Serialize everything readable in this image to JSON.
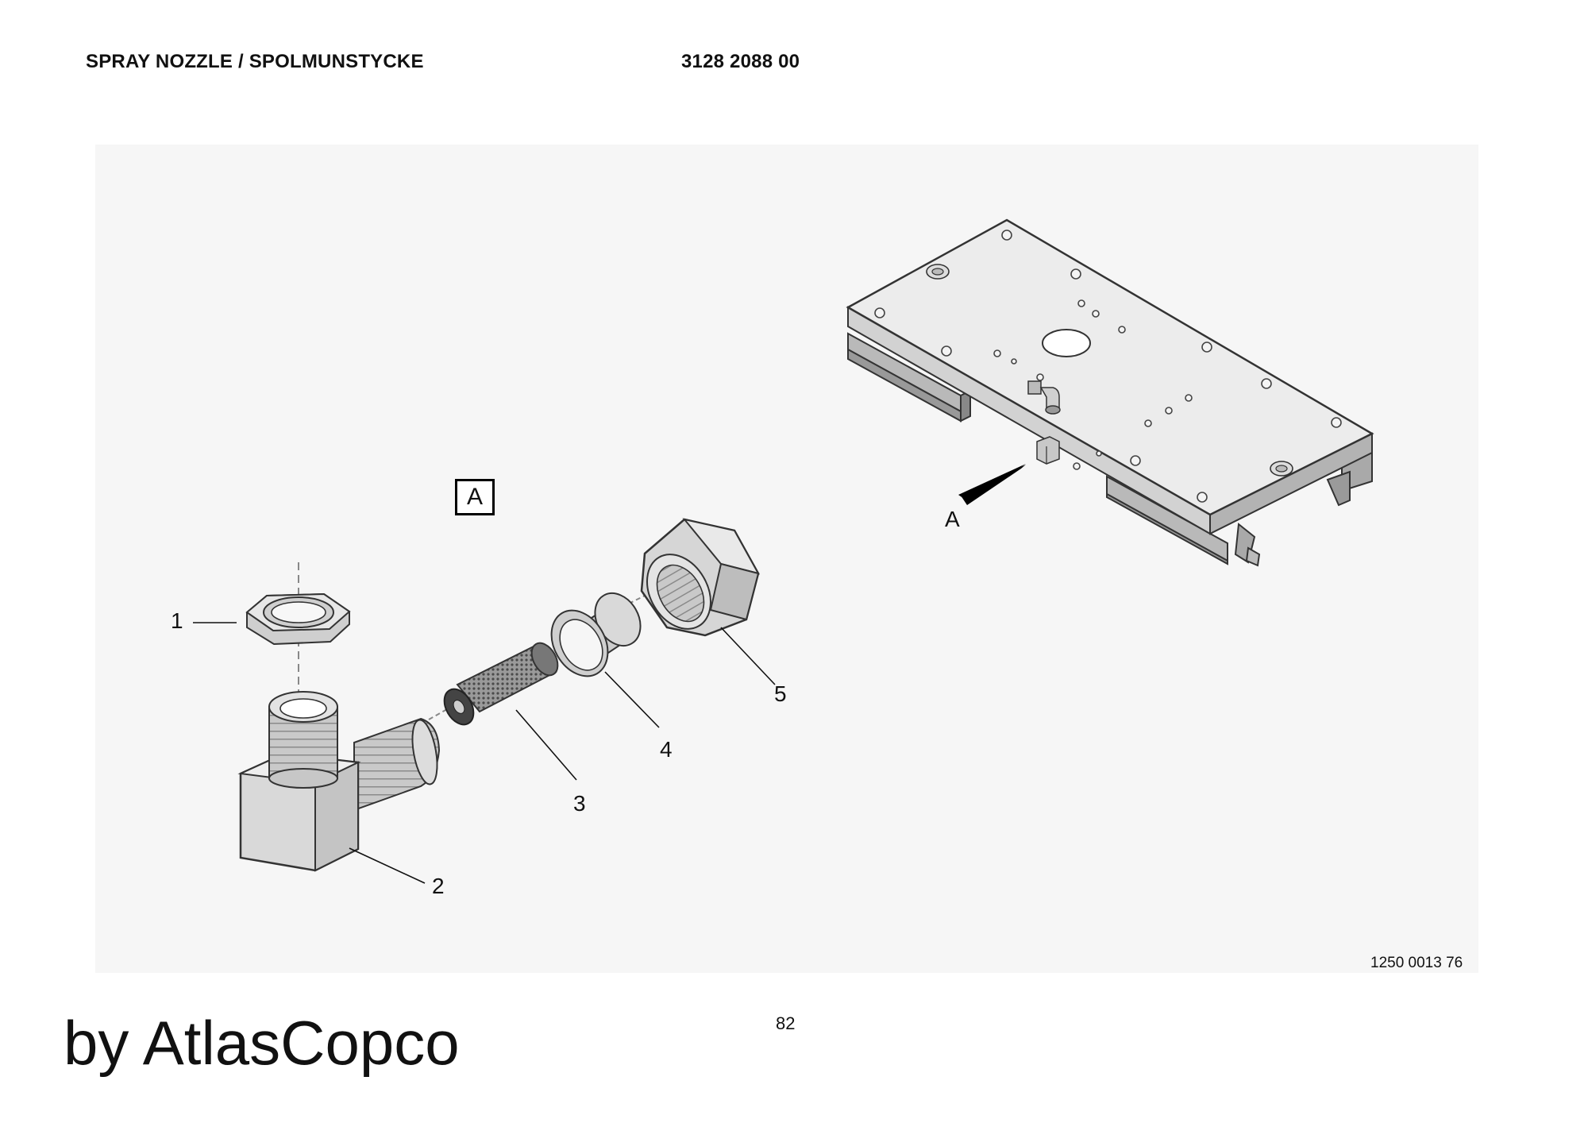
{
  "header": {
    "title": "SPRAY NOZZLE / SPOLMUNSTYCKE",
    "part_number": "3128 2088 00"
  },
  "illustration": {
    "view_marker": "A",
    "detail_label": "A",
    "callouts": [
      {
        "id": "1",
        "label": "1"
      },
      {
        "id": "2",
        "label": "2"
      },
      {
        "id": "3",
        "label": "3"
      },
      {
        "id": "4",
        "label": "4"
      },
      {
        "id": "5",
        "label": "5"
      }
    ],
    "drawing_number": "1250 0013 76"
  },
  "footer": {
    "page_number": "82",
    "brand": "by AtlasCopco"
  }
}
